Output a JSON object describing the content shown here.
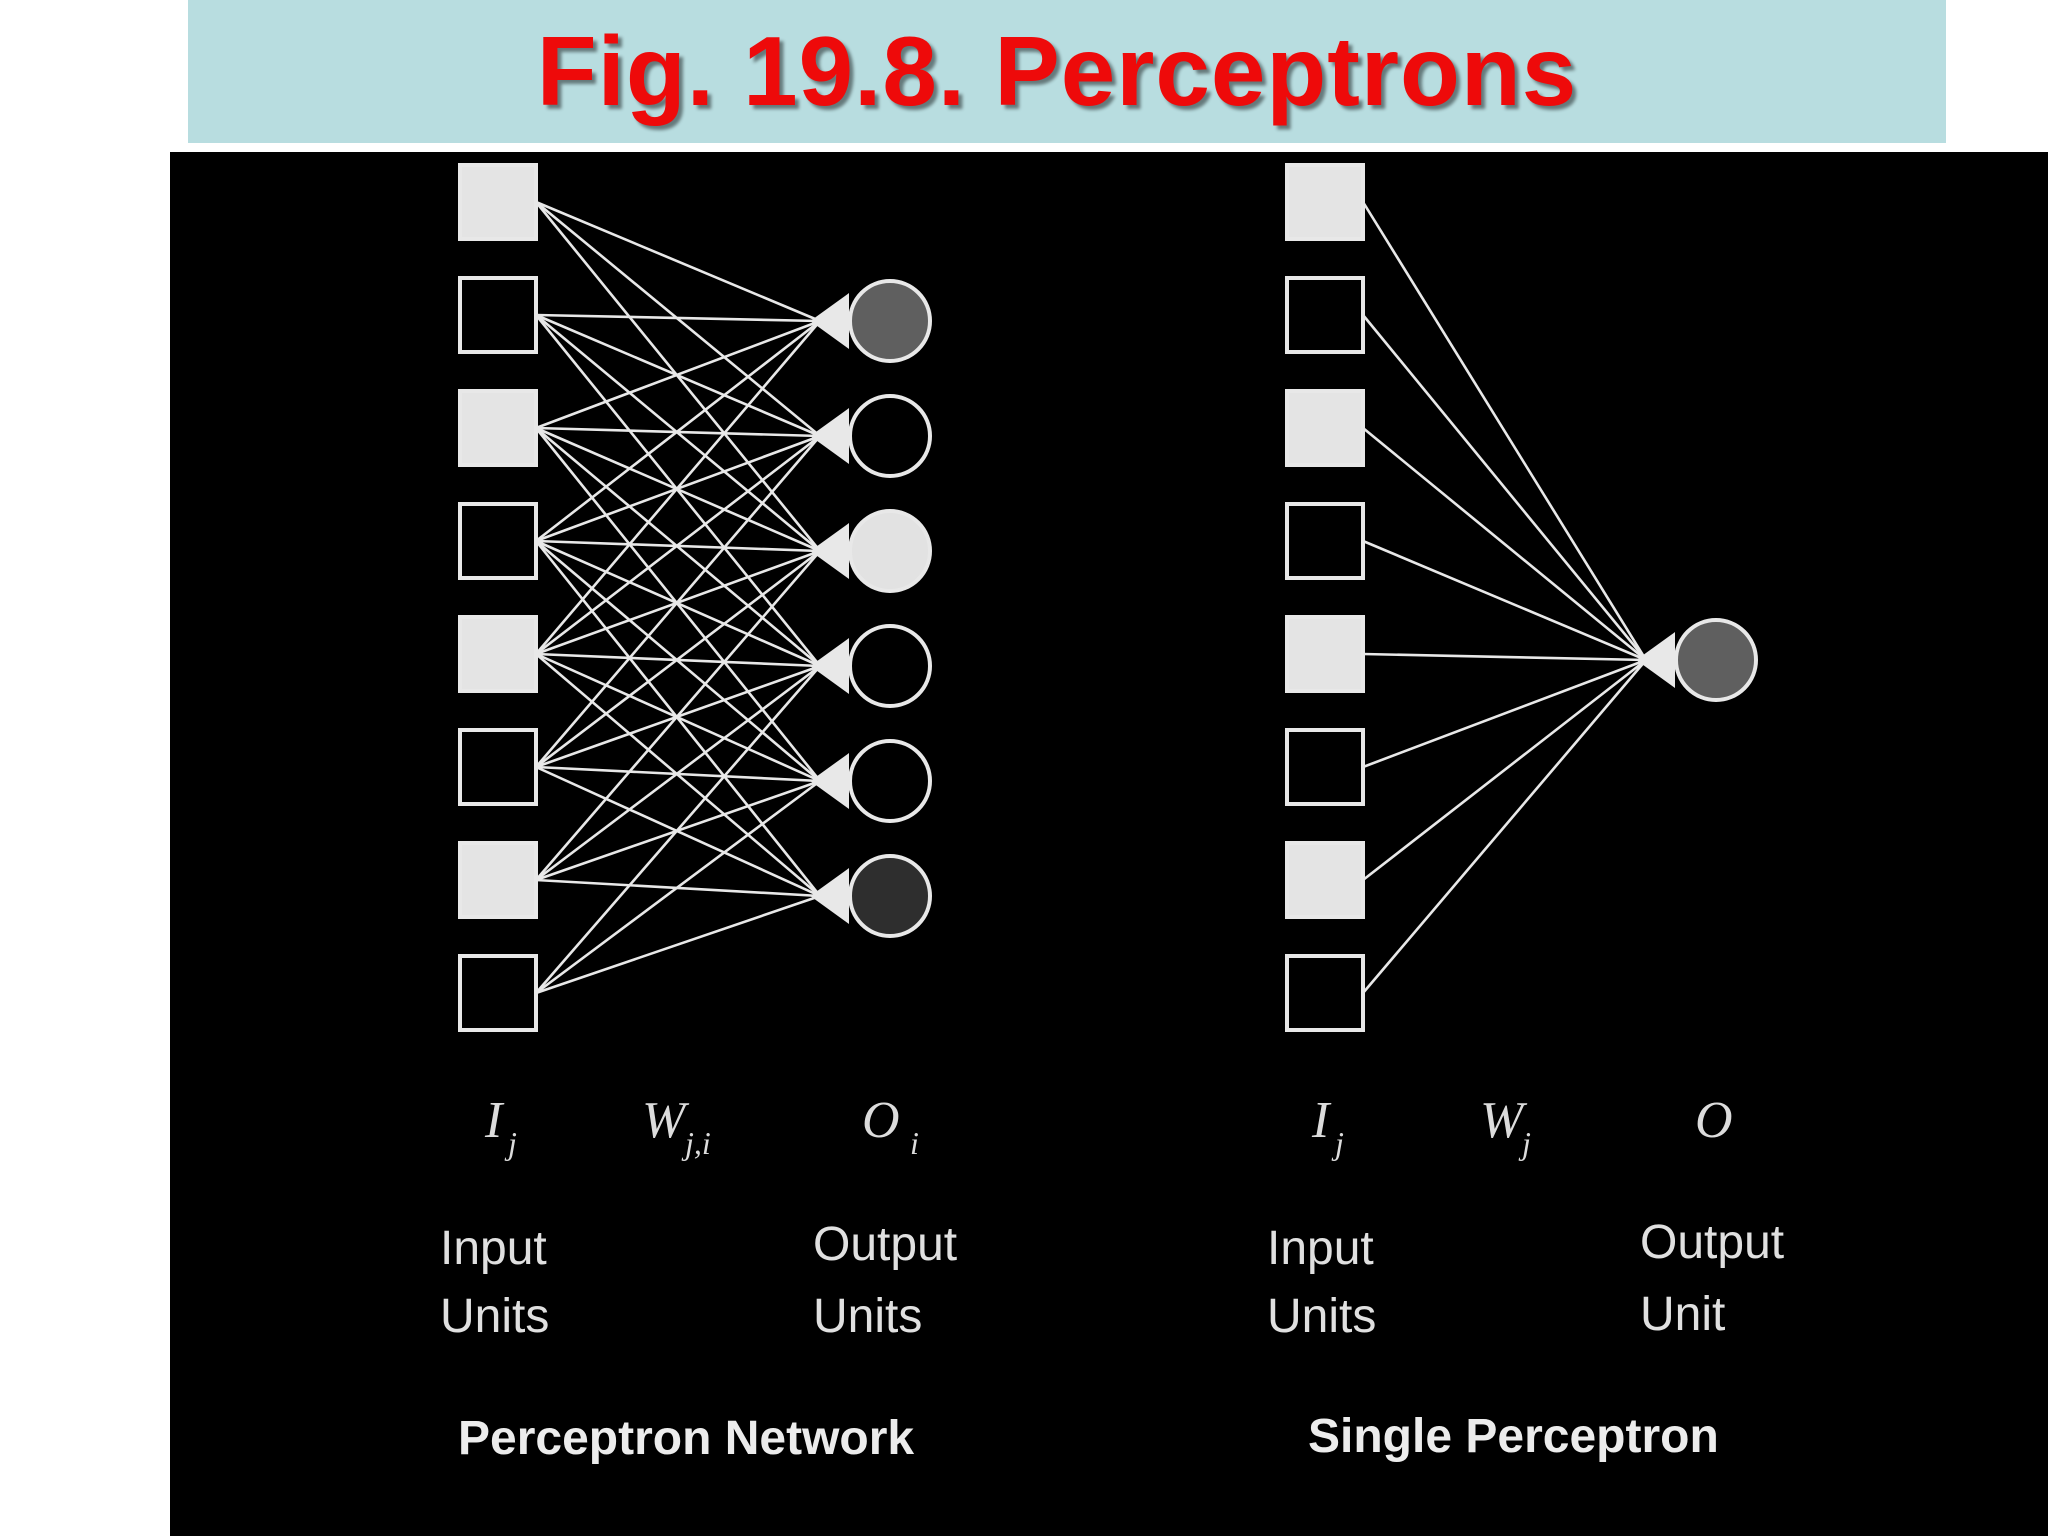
{
  "slide": {
    "title": "Fig. 19.8.  Perceptrons"
  },
  "diagram": {
    "network": {
      "input_symbol": "I",
      "input_sub": "j",
      "weight_symbol": "W",
      "weight_sub": "j,i",
      "output_symbol": "O",
      "output_sub": "i",
      "input_label_1": "Input",
      "input_label_2": "Units",
      "output_label_1": "Output",
      "output_label_2": "Units",
      "caption": "Perceptron Network",
      "inputs": [
        "filled",
        "empty",
        "filled",
        "empty",
        "filled",
        "empty",
        "filled",
        "empty"
      ],
      "outputs": [
        "dark",
        "empty",
        "light",
        "empty",
        "empty",
        "darker"
      ]
    },
    "single": {
      "input_symbol": "I",
      "input_sub": "j",
      "weight_symbol": "W",
      "weight_sub": "j",
      "output_symbol": "O",
      "input_label_1": "Input",
      "input_label_2": "Units",
      "output_label_1": "Output",
      "output_label_2": "Unit",
      "caption": "Single Perceptron",
      "inputs": [
        "filled",
        "empty",
        "filled",
        "empty",
        "filled",
        "empty",
        "filled",
        "empty"
      ],
      "output": "dark"
    },
    "colors": {
      "background": "#000000",
      "stroke": "#e8e8e8",
      "filled_square": "#e4e4e4",
      "node_dark": "#5f5f5f",
      "node_darker": "#2e2e2e",
      "node_light": "#e2e2e2",
      "title": "#ee0a0a",
      "title_bar": "#b8dde0"
    }
  }
}
